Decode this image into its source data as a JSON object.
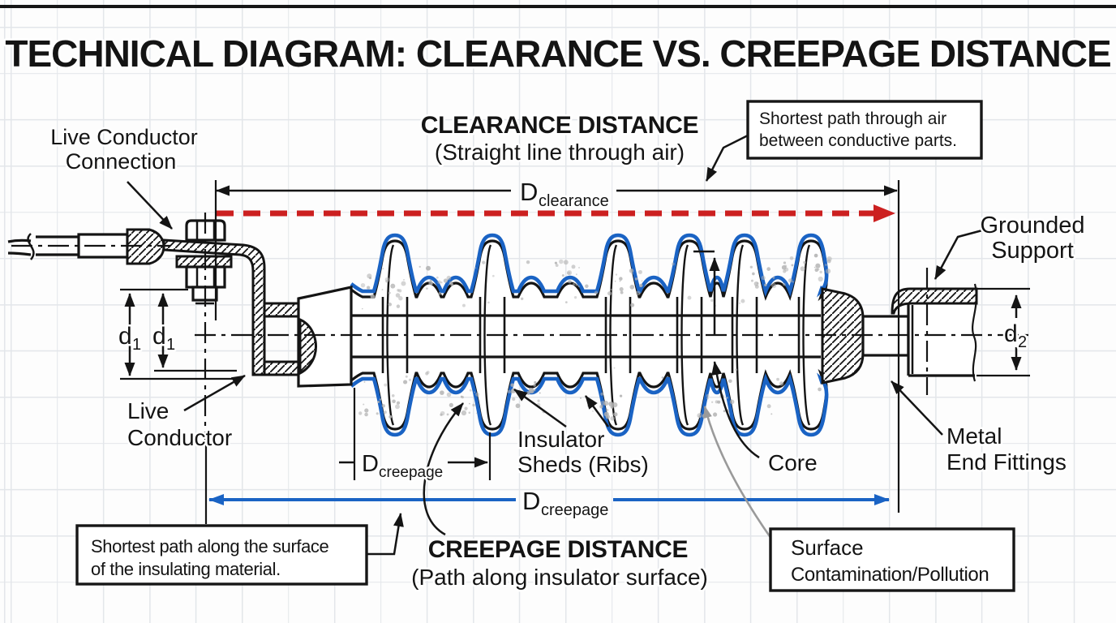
{
  "title": "TECHNICAL DIAGRAM: CLEARANCE VS. CREEPAGE DISTANCE",
  "clearance": {
    "heading": "CLEARANCE DISTANCE",
    "subheading": "(Straight line through air)",
    "dim": {
      "prefix": "D",
      "sub": "clearance"
    },
    "note_line1": "Shortest path through air",
    "note_line2": "between conductive parts."
  },
  "creepage": {
    "heading": "CREEPAGE DISTANCE",
    "subheading": "(Path along insulator surface)",
    "dim": {
      "prefix": "D",
      "sub": "creepage"
    },
    "dim_small": {
      "prefix": "D",
      "sub": "creepage"
    },
    "note_line1": "Shortest path along the surface",
    "note_line2": "of the insulating material."
  },
  "dims": {
    "d1a": {
      "prefix": "d",
      "sub": "1"
    },
    "d1b": {
      "prefix": "d",
      "sub": "1"
    },
    "d2": {
      "prefix": "d",
      "sub": "2"
    }
  },
  "labels": {
    "live_conductor_connection": [
      "Live Conductor",
      "Connection"
    ],
    "live_conductor": [
      "Live",
      "Conductor"
    ],
    "grounded_support": [
      "Grounded",
      "Support"
    ],
    "insulator_sheds": [
      "Insulator",
      "Sheds (Ribs)"
    ],
    "core": "Core",
    "metal_end_fittings": [
      "Metal",
      "End Fittings"
    ],
    "surface_contamination": [
      "Surface",
      "Contamination/Pollution"
    ]
  },
  "colors": {
    "creepage_blue": "#1a63c4",
    "clearance_red": "#cc2020",
    "contamination_gray": "#b3b3b3",
    "ink": "#141414",
    "grid": "#e3e6ea"
  }
}
